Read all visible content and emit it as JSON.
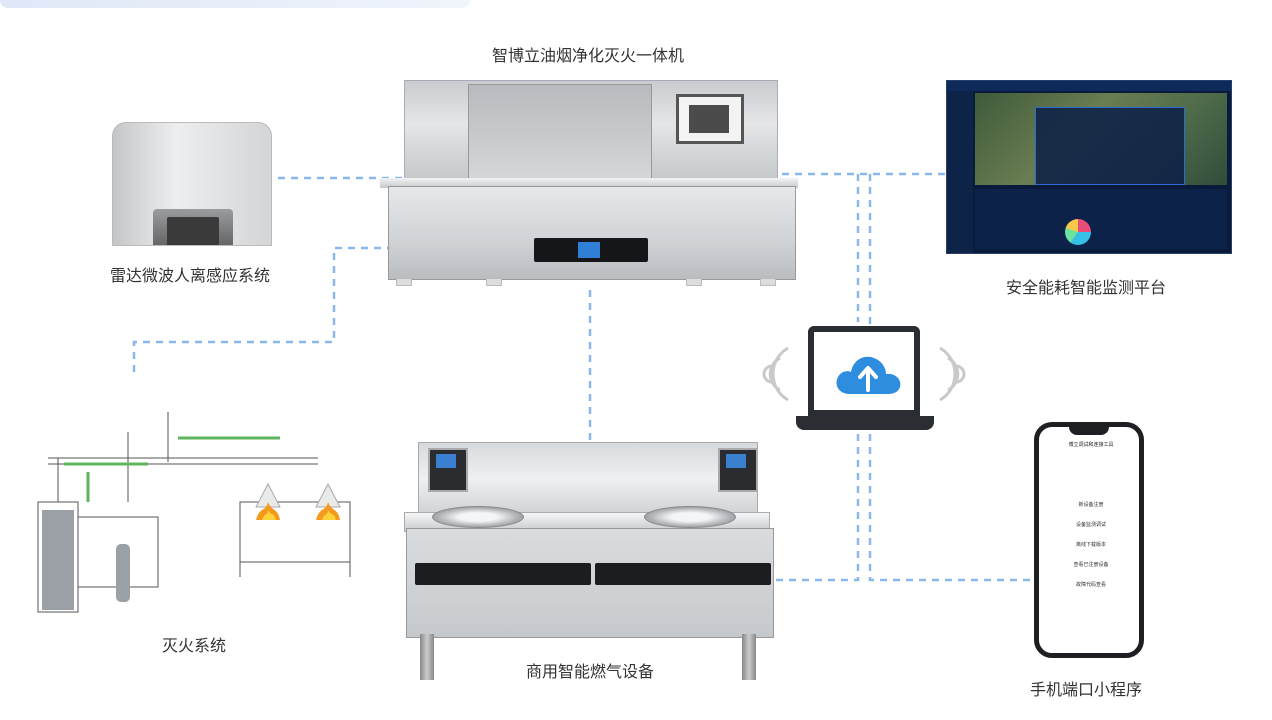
{
  "labels": {
    "hood": "智博立油烟净化灭火一体机",
    "radar": "雷达微波人离感应系统",
    "platform": "安全能耗智能监测平台",
    "fire_system": "灭火系统",
    "stove": "商用智能燃气设备",
    "miniapp": "手机端口小程序"
  },
  "phone_screen": {
    "title": "博立调试和连接工具",
    "items": [
      "新设备注册",
      "设备监测调试",
      "离线下载版本",
      "查看已注册设备",
      "故障代码查看"
    ]
  },
  "colors": {
    "connector": "#8ab8ec",
    "cloud": "#2f8de0"
  },
  "icons": {
    "laptop": "laptop-cloud-upload-icon",
    "signal": "wireless-signal-icon"
  }
}
